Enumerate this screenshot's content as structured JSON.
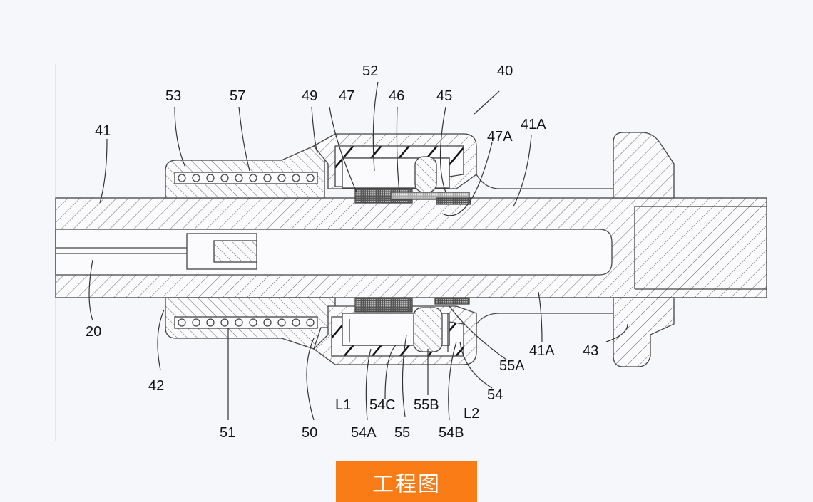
{
  "figure": {
    "labels": {
      "l40": "40",
      "l41": "41",
      "l41A_top": "41A",
      "l41A_bot": "41A",
      "l42": "42",
      "l43": "43",
      "l45": "45",
      "l46": "46",
      "l47": "47",
      "l47A": "47A",
      "l49": "49",
      "l50": "50",
      "l51": "51",
      "l52": "52",
      "l53": "53",
      "l54": "54",
      "l54A": "54A",
      "l54B": "54B",
      "l54C": "54C",
      "l55": "55",
      "l55A": "55A",
      "l55B": "55B",
      "l57": "57",
      "l20": "20",
      "lL1": "L1",
      "lL2": "L2"
    }
  },
  "footer": {
    "button_label": "工程图"
  },
  "colors": {
    "accent": "#fa7c17",
    "background": "#f6f7fb",
    "line": "#333333"
  }
}
